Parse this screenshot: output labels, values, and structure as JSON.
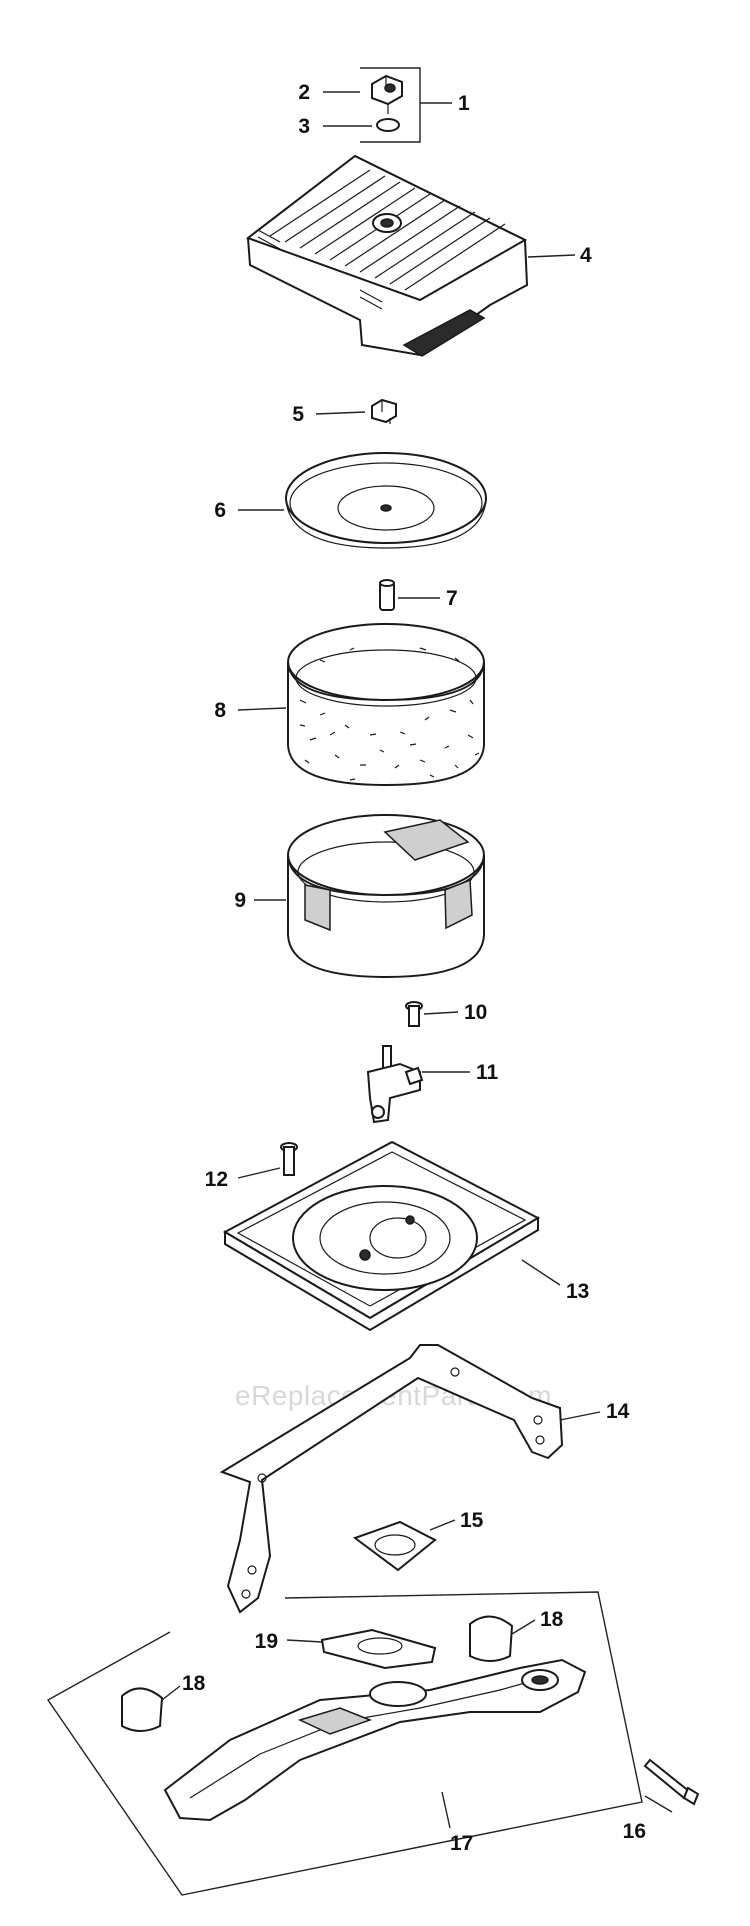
{
  "watermark": "eReplacementParts.com",
  "callouts": {
    "c1": "1",
    "c2": "2",
    "c3": "3",
    "c4": "4",
    "c5": "5",
    "c6": "6",
    "c7": "7",
    "c8": "8",
    "c9": "9",
    "c10": "10",
    "c11": "11",
    "c12": "12",
    "c13": "13",
    "c14": "14",
    "c15": "15",
    "c16": "16",
    "c17": "17",
    "c18a": "18",
    "c18b": "18",
    "c19": "19"
  },
  "icons": {
    "knob": "knob-icon",
    "oring": "o-ring-icon",
    "cover": "air-cleaner-cover-icon",
    "nut": "wing-nut-icon",
    "lid": "element-cover-icon",
    "spacer": "spacer-icon",
    "precleaner": "precleaner-icon",
    "element": "air-filter-element-icon",
    "screw": "screw-icon",
    "stud": "stud-bracket-icon",
    "bolt": "bolt-icon",
    "base": "air-cleaner-base-icon",
    "bracket": "mounting-bracket-icon",
    "gasket": "gasket-icon",
    "manifold": "intake-manifold-icon"
  }
}
